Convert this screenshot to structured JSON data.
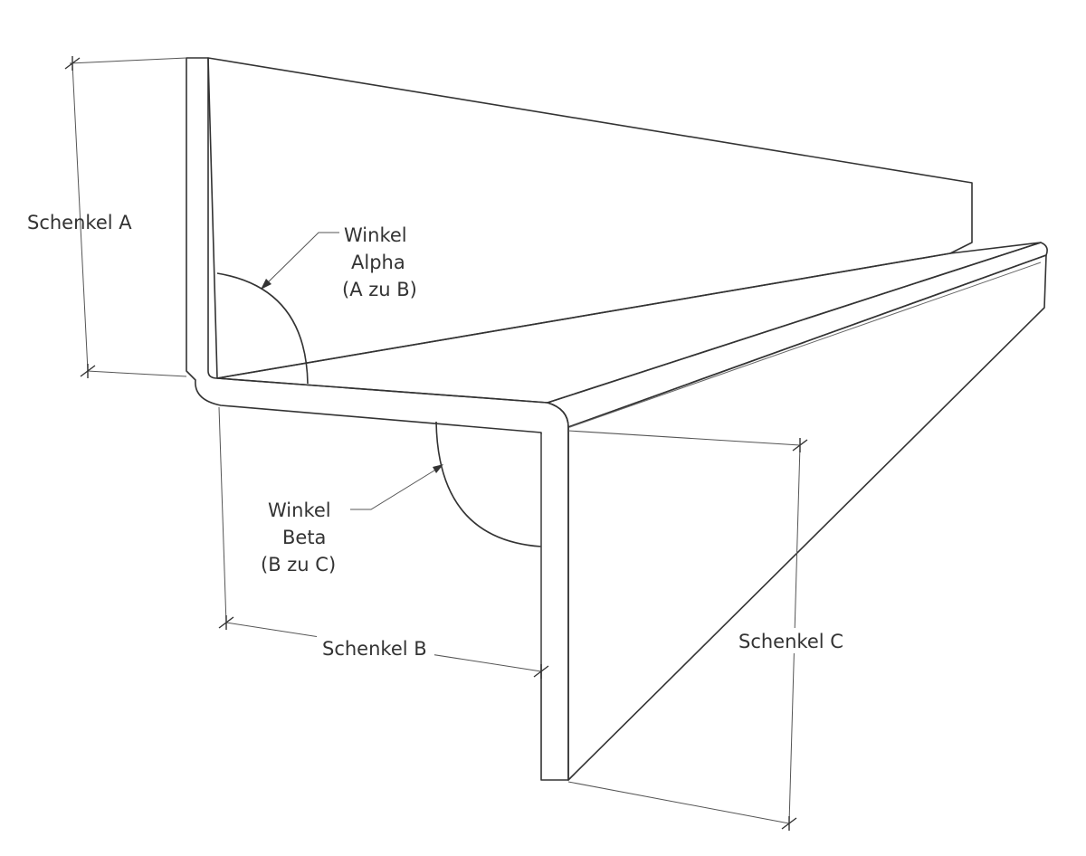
{
  "labels": {
    "schenkel_a": "Schenkel A",
    "schenkel_b": "Schenkel B",
    "schenkel_c": "Schenkel C",
    "alpha_line1": "Winkel",
    "alpha_line2": "Alpha",
    "alpha_line3": "(A zu B)",
    "beta_line1": "Winkel",
    "beta_line2": "Beta",
    "beta_line3": "(B zu C)"
  },
  "colors": {
    "face_light": "#c6c6c6",
    "face_mid": "#bdbdbd",
    "face_dark": "#888888",
    "edge_metal": "#a9a9a9",
    "outline": "#333333"
  }
}
